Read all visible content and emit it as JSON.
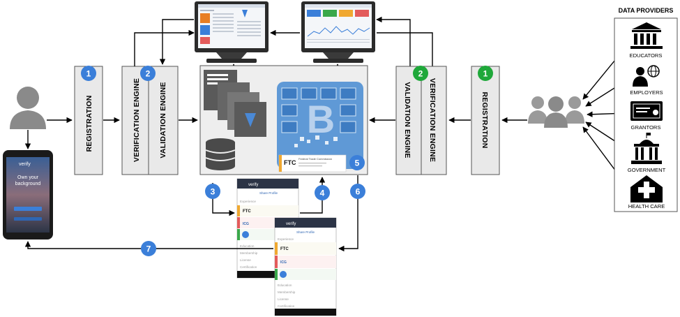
{
  "diagram": {
    "left_pipeline": {
      "registration_label": "REGISTRATION",
      "registration_step": "1",
      "verification_label": "VERIFICATION ENGINE",
      "validation_label": "VALIDATION ENGINE",
      "engine_step": "2"
    },
    "right_pipeline": {
      "registration_label": "REGISTRATION",
      "registration_step": "1",
      "verification_label": "VERIFICATION ENGINE",
      "validation_label": "VALIDATION ENGINE",
      "engine_step": "2"
    },
    "steps": {
      "store_step": "3",
      "retrieve_step": "4",
      "blockchain_step": "5",
      "publish_step": "6",
      "deliver_step": "7"
    },
    "phone": {
      "brand": "verify",
      "headline_line1": "Own your",
      "headline_line2": "background"
    },
    "certificate": {
      "logo": "FTC",
      "org": "Federal Trade Commission"
    },
    "profile": {
      "brand": "verify",
      "header": "Share Profile",
      "section_experience": "Experience",
      "section_education": "Education",
      "section_membership": "Membership",
      "section_license": "License",
      "section_certification": "Certification",
      "entries": [
        "FTC",
        "ICG"
      ]
    },
    "data_providers": {
      "title": "DATA PROVIDERS",
      "items": [
        "EDUCATORS",
        "EMPLOYERS",
        "GRANTORS",
        "GOVERNMENT",
        "HEALTH CARE"
      ]
    },
    "colors": {
      "panel_fill": "#e9e9e9",
      "badge_blue": "#3b7fd9",
      "badge_green": "#1fa83a",
      "icon_gray": "#8a8a8a",
      "blockchain_blue": "#5f99d6",
      "doc_dark": "#5a5a5a"
    }
  }
}
